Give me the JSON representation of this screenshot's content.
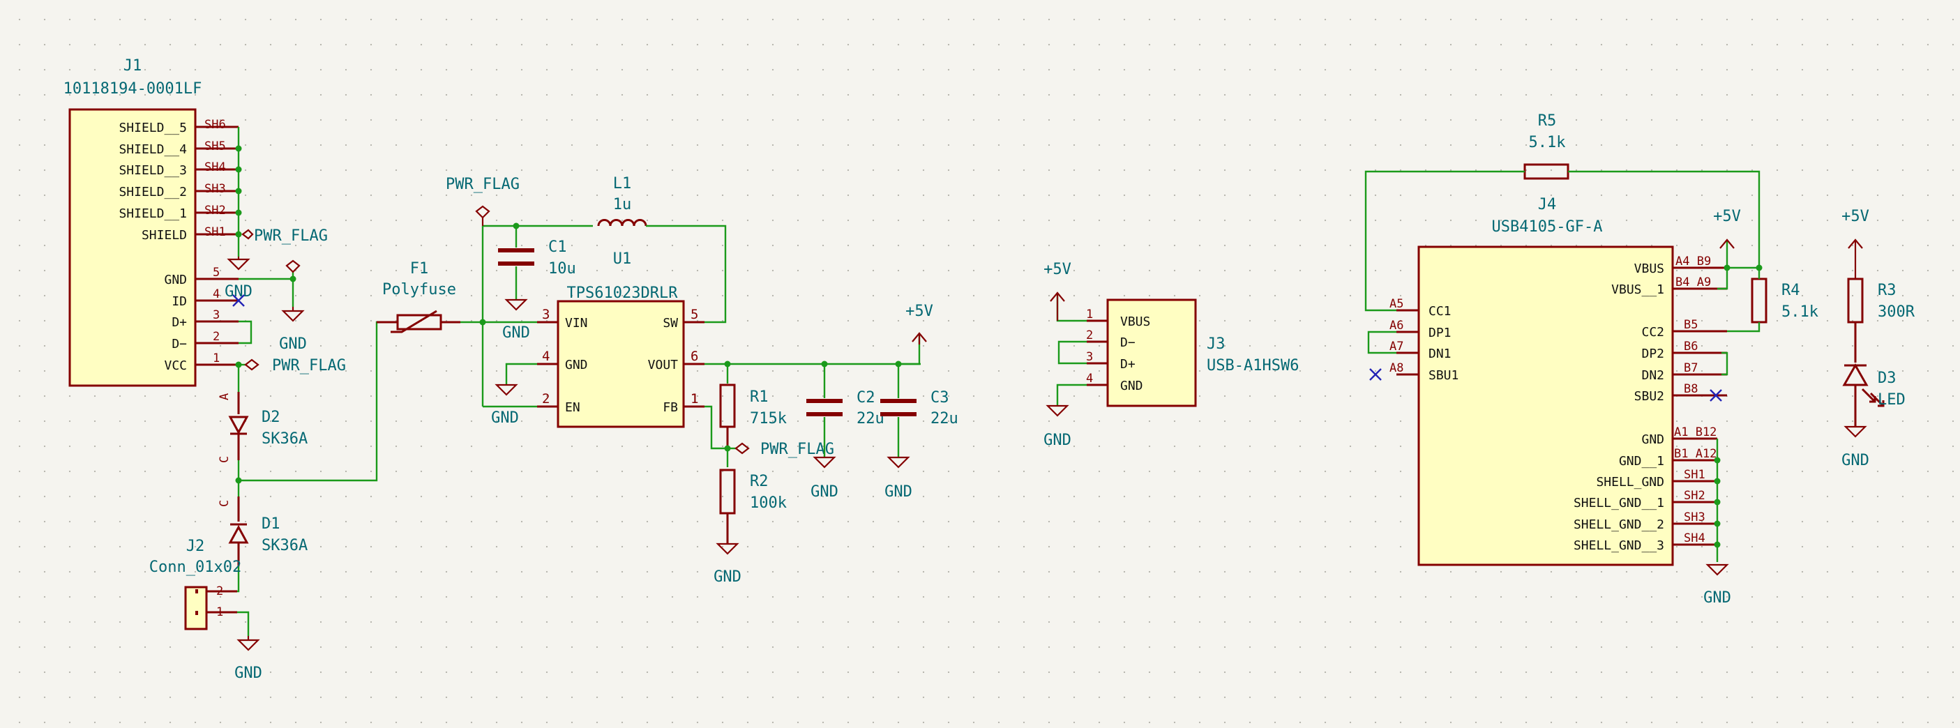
{
  "colors": {
    "background": "#f5f4ef",
    "wire": "#1b9a1b",
    "symbol": "#840000",
    "body_fill": "#fffec2",
    "text": "#056873",
    "no_connect": "#2323b5"
  },
  "J1": {
    "ref": "J1",
    "value": "10118194-0001LF",
    "pins": [
      {
        "name": "SHIELD__5",
        "num": "SH6"
      },
      {
        "name": "SHIELD__4",
        "num": "SH5"
      },
      {
        "name": "SHIELD__3",
        "num": "SH4"
      },
      {
        "name": "SHIELD__2",
        "num": "SH3"
      },
      {
        "name": "SHIELD__1",
        "num": "SH2"
      },
      {
        "name": "SHIELD",
        "num": "SH1"
      },
      {
        "name": "GND",
        "num": "5"
      },
      {
        "name": "ID",
        "num": "4"
      },
      {
        "name": "D+",
        "num": "3"
      },
      {
        "name": "D−",
        "num": "2"
      },
      {
        "name": "VCC",
        "num": "1"
      }
    ]
  },
  "J2": {
    "ref": "J2",
    "value": "Conn_01x02",
    "pins": [
      "2",
      "1"
    ]
  },
  "D1": {
    "ref": "D1",
    "value": "SK36A"
  },
  "D2": {
    "ref": "D2",
    "value": "SK36A"
  },
  "diode_pin_letters": [
    "A",
    "C"
  ],
  "F1": {
    "ref": "F1",
    "value": "Polyfuse"
  },
  "L1": {
    "ref": "L1",
    "value": "1u"
  },
  "C1": {
    "ref": "C1",
    "value": "10u"
  },
  "C2": {
    "ref": "C2",
    "value": "22u"
  },
  "C3": {
    "ref": "C3",
    "value": "22u"
  },
  "R1": {
    "ref": "R1",
    "value": "715k",
    "pin": "1"
  },
  "R2": {
    "ref": "R2",
    "value": "100k"
  },
  "R3": {
    "ref": "R3",
    "value": "300R"
  },
  "R4": {
    "ref": "R4",
    "value": "5.1k"
  },
  "R5": {
    "ref": "R5",
    "value": "5.1k"
  },
  "D3": {
    "ref": "D3",
    "value": "LED"
  },
  "U1": {
    "ref": "U1",
    "value": "TPS61023DRLR",
    "pins": [
      {
        "name": "VIN",
        "num": "3"
      },
      {
        "name": "GND",
        "num": "4"
      },
      {
        "name": "EN",
        "num": "2"
      },
      {
        "name": "SW",
        "num": "5"
      },
      {
        "name": "VOUT",
        "num": "6"
      },
      {
        "name": "FB",
        "num": "1"
      }
    ]
  },
  "J3": {
    "ref": "J3",
    "value": "USB-A1HSW6",
    "pins": [
      {
        "name": "VBUS",
        "num": "1"
      },
      {
        "name": "D−",
        "num": "2"
      },
      {
        "name": "D+",
        "num": "3"
      },
      {
        "name": "GND",
        "num": "4"
      }
    ]
  },
  "J4": {
    "ref": "J4",
    "value": "USB4105-GF-A",
    "left_pins": [
      {
        "name": "CC1",
        "num": "A5"
      },
      {
        "name": "DP1",
        "num": "A6"
      },
      {
        "name": "DN1",
        "num": "A7"
      },
      {
        "name": "SBU1",
        "num": "A8"
      }
    ],
    "right_pins": [
      {
        "name": "VBUS",
        "num": "A4_B9"
      },
      {
        "name": "VBUS__1",
        "num": "B4_A9"
      },
      {
        "name": "CC2",
        "num": "B5"
      },
      {
        "name": "DP2",
        "num": "B6"
      },
      {
        "name": "DN2",
        "num": "B7"
      },
      {
        "name": "SBU2",
        "num": "B8"
      },
      {
        "name": "GND",
        "num": "A1_B12"
      },
      {
        "name": "GND__1",
        "num": "B1_A12"
      },
      {
        "name": "SHELL_GND",
        "num": "SH1"
      },
      {
        "name": "SHELL_GND__1",
        "num": "SH2"
      },
      {
        "name": "SHELL_GND__2",
        "num": "SH3"
      },
      {
        "name": "SHELL_GND__3",
        "num": "SH4"
      }
    ]
  },
  "nets": {
    "gnd": "GND",
    "pwr_flag": "PWR_FLAG",
    "plus5v": "+5V"
  }
}
